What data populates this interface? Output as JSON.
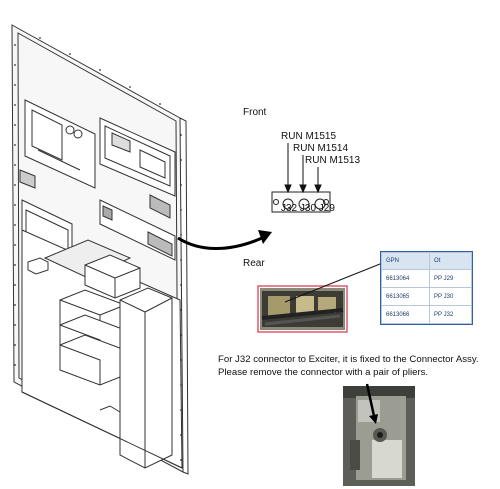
{
  "labels": {
    "front": "Front",
    "rear": "Rear"
  },
  "connectors": {
    "run_labels": [
      "RUN M1515",
      "RUN M1514",
      "RUN M1513"
    ],
    "jack_label": "J32 J30 J29"
  },
  "table": {
    "headers": [
      "GPN",
      "Ot"
    ],
    "rows": [
      [
        "6613064",
        "PP J29"
      ],
      [
        "6613065",
        "PP J30"
      ],
      [
        "6613066",
        "PP J32"
      ]
    ]
  },
  "note": {
    "line1": "For J32 connector to Exciter, it is fixed to the Connector Assy.",
    "line2": "Please remove the connector with a pair of pliers."
  },
  "colors": {
    "highlight_box": "#e05a6a",
    "table_header": "#d9e4f1",
    "table_text": "#1f3a6b"
  }
}
